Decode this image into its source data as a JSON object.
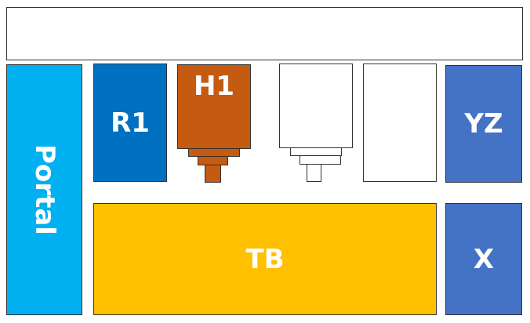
{
  "blocks": {
    "portal": "Portal",
    "r1": "R1",
    "h1": "H1",
    "yz": "YZ",
    "tb": "TB",
    "x": "X"
  },
  "colors": {
    "portal": "#00b0f0",
    "r1": "#0070c0",
    "h1": "#c55a11",
    "yz": "#4472c4",
    "tb": "#ffc000",
    "x": "#4472c4",
    "outline": "#333333"
  }
}
